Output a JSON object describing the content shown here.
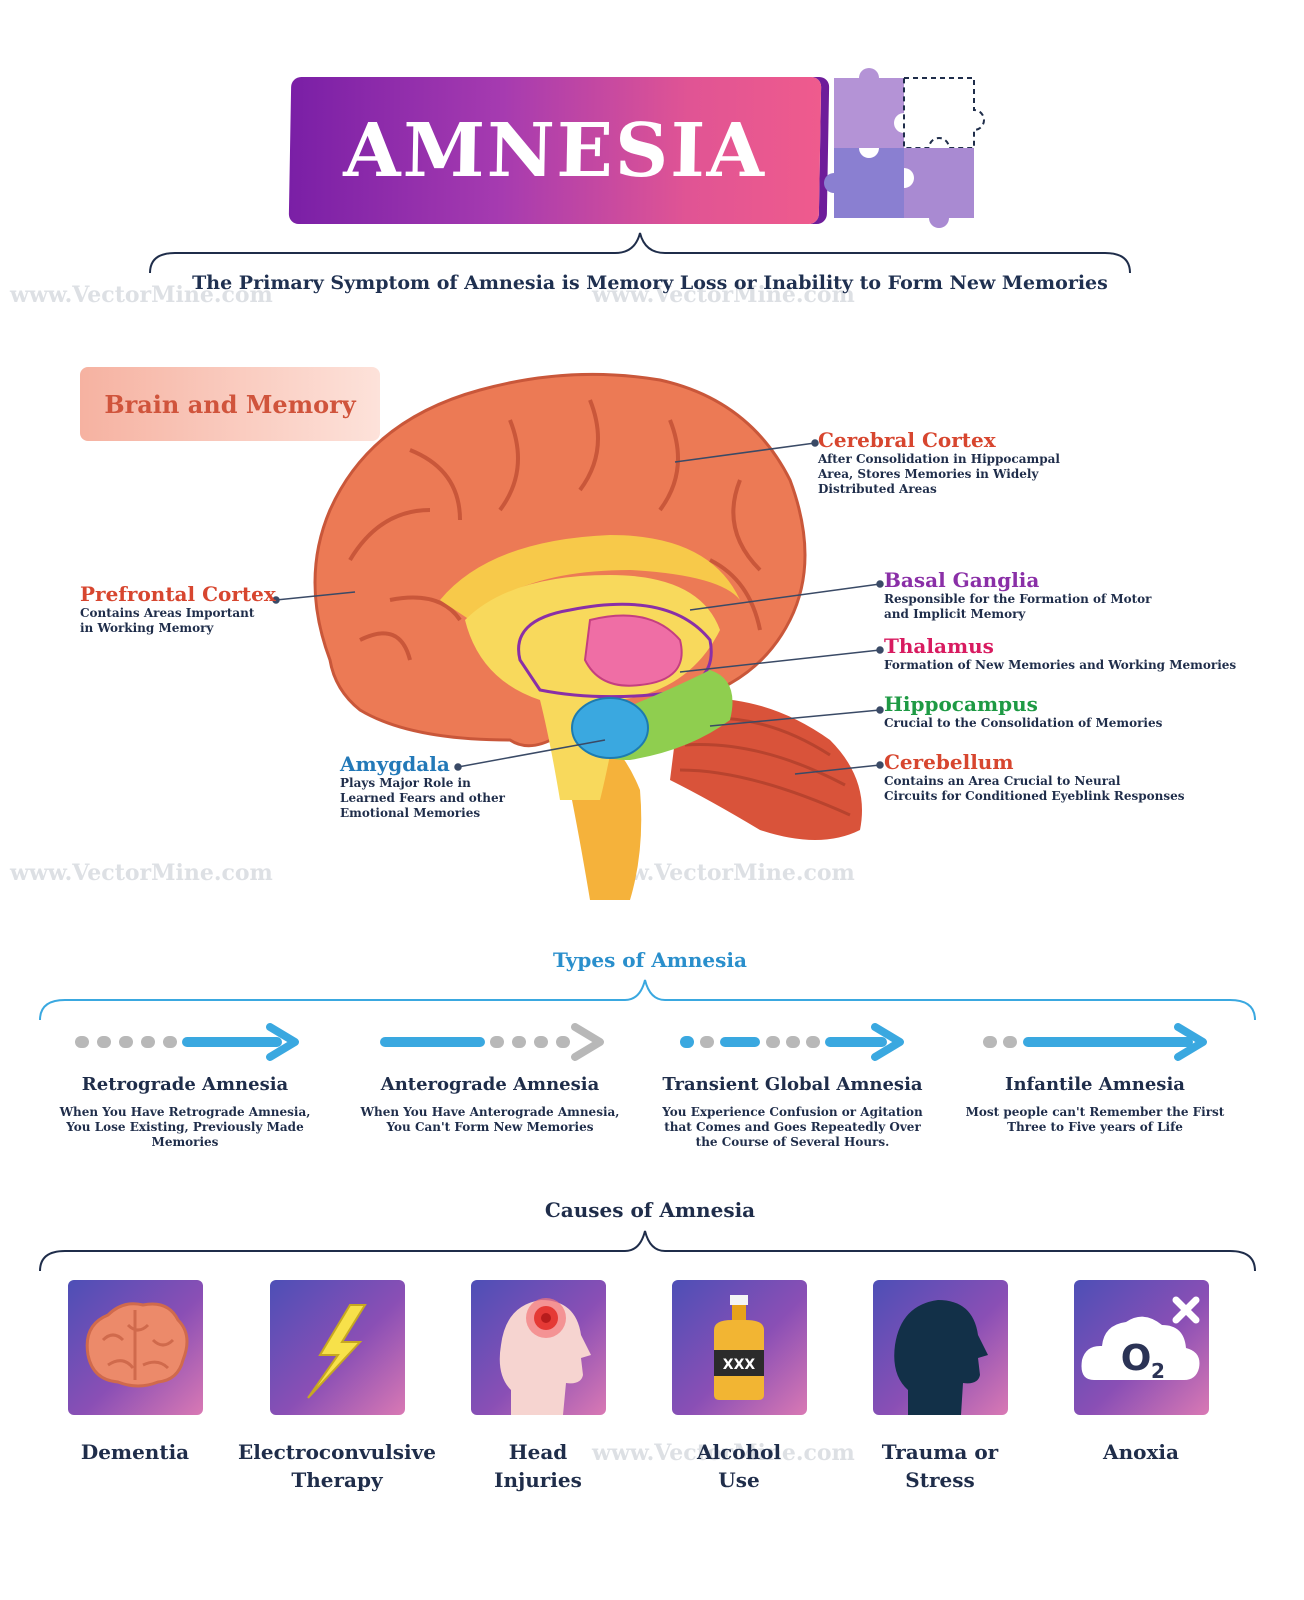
{
  "header": {
    "title": "AMNESIA",
    "subtitle": "The Primary Symptom of Amnesia is Memory Loss or Inability to Form New Memories"
  },
  "brain_section": {
    "label": "Brain and Memory",
    "parts": [
      {
        "title": "Cerebral Cortex",
        "desc": [
          "After Consolidation in Hippocampal",
          "Area, Stores Memories in Widely",
          "Distributed Areas"
        ],
        "color": "#d7462f"
      },
      {
        "title": "Prefrontal Cortex",
        "desc": [
          "Contains Areas Important",
          "in Working Memory"
        ],
        "color": "#d7462f"
      },
      {
        "title": "Basal Ganglia",
        "desc": [
          "Responsible for the Formation of Motor",
          "and Implicit Memory"
        ],
        "color": "#8a2fa7"
      },
      {
        "title": "Thalamus",
        "desc": [
          "Formation of New Memories and Working Memories"
        ],
        "color": "#d81b60"
      },
      {
        "title": "Hippocampus",
        "desc": [
          "Crucial to the Consolidation of Memories"
        ],
        "color": "#1e9a44"
      },
      {
        "title": "Amygdala",
        "desc": [
          "Plays Major Role in",
          "Learned Fears and other",
          "Emotional Memories"
        ],
        "color": "#2379b8"
      },
      {
        "title": "Cerebellum",
        "desc": [
          "Contains an Area Crucial to Neural",
          "Circuits for Conditioned Eyeblink Responses"
        ],
        "color": "#d7462f"
      }
    ]
  },
  "types_section": {
    "heading": "Types of Amnesia",
    "items": [
      {
        "title": "Retrograde Amnesia",
        "desc": [
          "When You Have Retrograde Amnesia,",
          "You Lose Existing, Previously Made",
          "Memories"
        ]
      },
      {
        "title": "Anterograde Amnesia",
        "desc": [
          "When You Have Anterograde Amnesia,",
          "You Can't Form New Memories"
        ]
      },
      {
        "title": "Transient Global Amnesia",
        "desc": [
          "You Experience Confusion or Agitation",
          "that Comes and Goes Repeatedly Over",
          "the Course of Several Hours."
        ]
      },
      {
        "title": "Infantile Amnesia",
        "desc": [
          "Most people can't Remember the First",
          "Three to Five years of Life"
        ]
      }
    ]
  },
  "causes_section": {
    "heading": "Causes of Amnesia",
    "items": [
      {
        "label1": "Dementia",
        "label2": "",
        "icon": "brain-icon"
      },
      {
        "label1": "Electroconvulsive",
        "label2": "Therapy",
        "icon": "lightning-icon"
      },
      {
        "label1": "Head",
        "label2": "Injuries",
        "icon": "head-injury-icon"
      },
      {
        "label1": "Alcohol",
        "label2": "Use",
        "icon": "bottle-icon"
      },
      {
        "label1": "Trauma or",
        "label2": "Stress",
        "icon": "silhouette-icon"
      },
      {
        "label1": "Anoxia",
        "label2": "",
        "icon": "oxygen-cloud-icon"
      }
    ],
    "bottle_text": "XXX",
    "o2_text": "O",
    "o2_sub": "2"
  },
  "watermark": "www.VectorMine.com",
  "colors": {
    "accent_blue": "#3aa8e0",
    "gray_dash": "#b8b8b8",
    "navy": "#1f2d4a"
  }
}
